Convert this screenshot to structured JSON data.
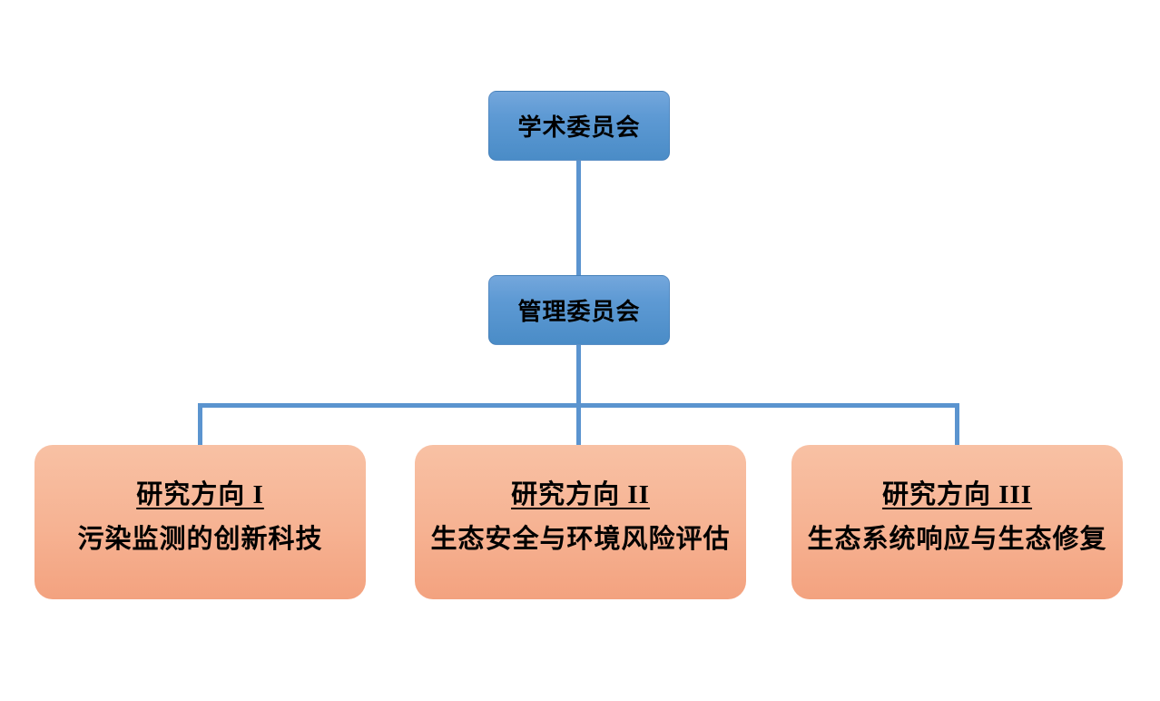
{
  "org_chart": {
    "type": "org-chart",
    "colors": {
      "committee_fill_top": "#74A7DC",
      "committee_fill_bottom": "#4A8CC7",
      "research_fill_top": "#F8C1A4",
      "research_fill_bottom": "#F3A27F",
      "connector": "#5B94CF",
      "text": "#000000"
    },
    "level1": {
      "label": "学术委员会"
    },
    "level2": {
      "label": "管理委员会"
    },
    "level3": [
      {
        "title": "研究方向 I",
        "subtitle": "污染监测的创新科技"
      },
      {
        "title": "研究方向 II",
        "subtitle": "生态安全与环境风险评估"
      },
      {
        "title": "研究方向 III",
        "subtitle": "生态系统响应与生态修复"
      }
    ]
  }
}
